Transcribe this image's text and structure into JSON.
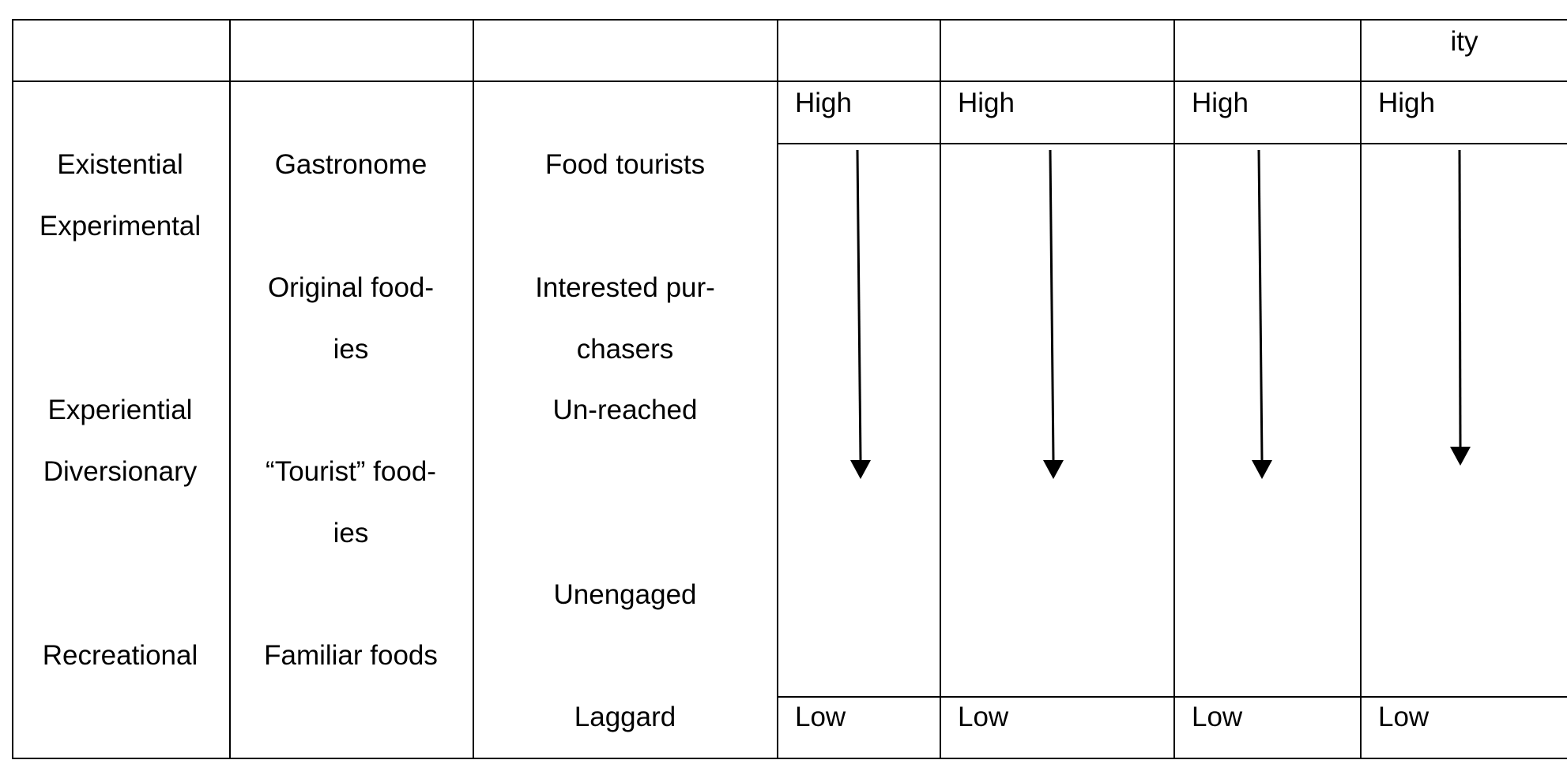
{
  "header": {
    "col7_text": "ity"
  },
  "rows": {
    "col1": [
      "Existential",
      "Experimental",
      "Experiential",
      "Diversionary",
      "Recreational"
    ],
    "col2": [
      "Gastronome",
      "Original food-",
      "ies",
      "“Tourist” food-",
      "ies",
      "Familiar foods"
    ],
    "col3": [
      "Food tourists",
      "Interested pur-",
      "chasers",
      "Un-reached",
      "Unengaged",
      "Laggard"
    ]
  },
  "scale": {
    "high_label": "High",
    "low_label": "Low"
  },
  "icons": {
    "down_arrow": "arrow-down-icon"
  }
}
